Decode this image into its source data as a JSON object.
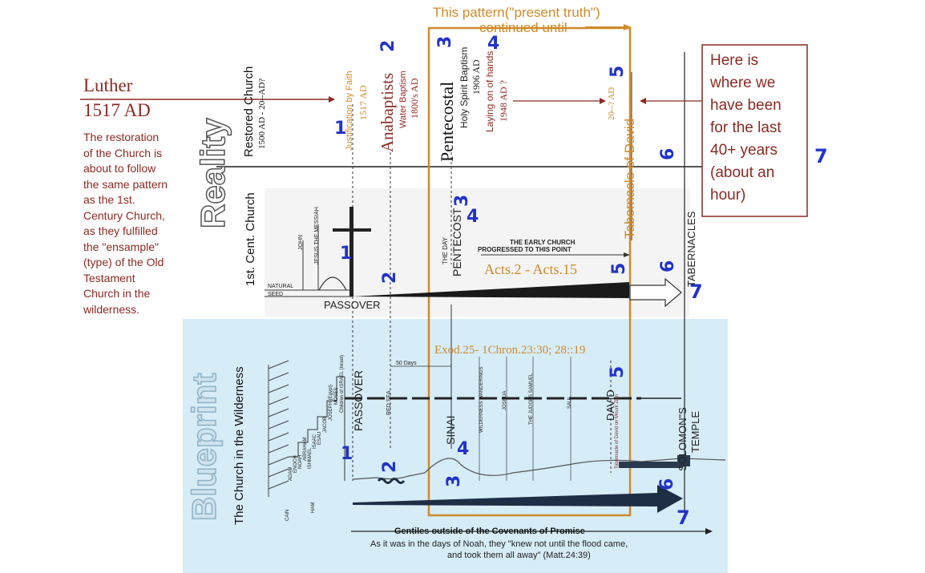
{
  "header": {
    "pattern_line1": "This pattern(\"present truth\")",
    "pattern_line2": "continued until"
  },
  "luther": {
    "name": "Luther",
    "year": "1517 AD",
    "description": [
      "The restoration",
      "of the Church is",
      "about to follow",
      "the same pattern",
      "as the 1st.",
      "Century Church,",
      "as they fulfilled",
      "the \"ensample\"",
      "(type) of the Old",
      "Testament",
      "Church in the",
      "wilderness."
    ]
  },
  "callout": {
    "lines": [
      "Here is",
      "where we",
      "have been",
      "for the last",
      "40+ years",
      "(about an",
      "hour)"
    ]
  },
  "sections": {
    "reality": "Reality",
    "blueprint": "Blueprint",
    "wilderness_church": "The Church in the Wilderness",
    "restored_church": "Restored Church",
    "restored_church_dates": "1500 AD - 20--AD?",
    "first_century": "1st. Cent. Church"
  },
  "reality_events": {
    "justification": "Justification by Faith",
    "justification_date": "1517 AD",
    "anabaptists": "Anabaptists",
    "water_baptism": "Water Baptism",
    "water_baptism_date": "1800's AD",
    "pentecostal": "Pentecostal",
    "holy_spirit": "Holy Spirit Baptism",
    "holy_spirit_date": "1906 AD",
    "laying_hands": "Laying on of hands",
    "laying_hands_date": "1948 AD ?",
    "future_date": "20--? AD",
    "tabernacle_david": "Tabernacle of David"
  },
  "first_century_events": {
    "john": "JOHN",
    "jesus": "JESUS THE MESSIAH",
    "natural_seed_1": "NATURAL",
    "natural_seed_2": "SEED",
    "passover": "PASSOVER",
    "the_day": "THE DAY",
    "pentecost": "PENTECOST",
    "early_church_1": "THE EARLY CHURCH",
    "early_church_2": "PROGRESSED TO THIS POINT",
    "acts": "Acts.2 - Acts.15",
    "tabernacles": "TABERNACLES"
  },
  "blueprint_events": {
    "exodus_ref": "Exod.25- 1Chron.23:30; 28::19",
    "fifty_days": "50 Days",
    "passover": "PASSOVER",
    "red_sea": "RED SEA",
    "sinai": "SINAI",
    "wilderness_wanderings": "WILDERNESS WANDERINGS",
    "joshua": "JOSHUA",
    "judges": "THE JUDGES SAMUEL",
    "saul": "SAUL",
    "david": "DAVID",
    "solomon_1": "SOLOMON\"S",
    "solomon_2": "TEMPLE",
    "tabernacle_label": "Tabernacle of David on Mount Zion",
    "patriarchs": [
      "ADAM",
      "ENOCH",
      "NOAH",
      "ABRAHAM",
      "ISHMAEL",
      "ISAAC",
      "ESAU",
      "JACOB",
      "JOSEPH (Egypt)",
      "MOSES",
      "Children of ISRAEL (Israel)"
    ],
    "cain": "CAIN",
    "ham": "HAM",
    "gentiles": "Gentiles outside of the Covenants of Promise",
    "noah_quote_1": "As it was in the days of Noah, they \"knew not until the flood came,",
    "noah_quote_2": "and took them all away\" (Matt.24:39)"
  },
  "numbers": {
    "n1": "1",
    "n2": "2",
    "n3": "3",
    "n4": "4",
    "n5": "5",
    "n6": "6",
    "n7": "7"
  },
  "colors": {
    "brown": "#8b2a24",
    "orange": "#d08a2a",
    "blueprint_bg": "#d6ecf7",
    "blueprint_text": "#cfe2ee",
    "reality_text": "#ffffff",
    "number_blue": "#2233c8"
  }
}
